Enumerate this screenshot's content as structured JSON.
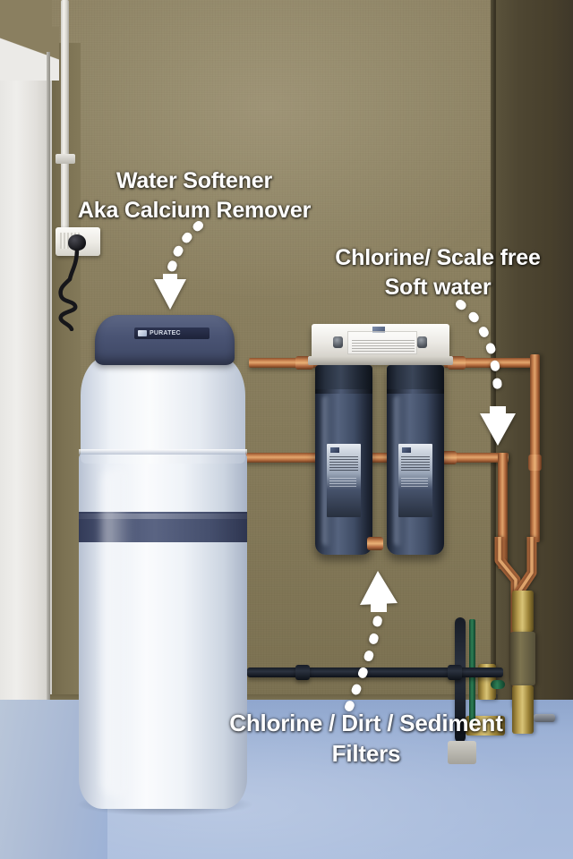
{
  "photo": {
    "subject": "Domestic water treatment installation in a utility room",
    "setting": "garage/utility corner with khaki painted walls and pale blue painted concrete floor"
  },
  "annotations": [
    {
      "id": "softener",
      "name": "water-softener-annotation",
      "lines": [
        "Water Softener",
        "Aka Calcium Remover"
      ],
      "arrow": "dotted-arrow-down-left",
      "points_to": "water-softener-unit"
    },
    {
      "id": "softwater",
      "name": "soft-water-annotation",
      "lines": [
        "Chlorine/ Scale free",
        "Soft water"
      ],
      "arrow": "dotted-arrow-down-right",
      "points_to": "outlet-copper-pipe"
    },
    {
      "id": "filters",
      "name": "filters-annotation",
      "lines": [
        "Chlorine / Dirt / Sediment",
        "Filters"
      ],
      "arrow": "dotted-arrow-up-right",
      "points_to": "twin-filter-housings"
    }
  ],
  "equipment": {
    "softener": {
      "label": "water-softener-unit",
      "brand_badge": "PURATEC",
      "body_color": "#f7f9fc",
      "lid_color": "#4a5474",
      "band_color": "#3b4463"
    },
    "filters": {
      "label": "twin-filter-housings",
      "count": 2,
      "housing_color": "#44516a",
      "head_color": "#f0eee9"
    },
    "pipework": {
      "copper_color": "#c9814f",
      "brass_color": "#b49a4c",
      "black_pipe_color": "#222a38",
      "green_valve_color": "#2d7f55"
    },
    "electrical": {
      "socket": "wall-power-outlet",
      "conduit": "white-vertical-conduit",
      "plug": "black-power-plug-with-coiled-cord"
    }
  },
  "colors": {
    "wall": "#8a7f60",
    "wall_shadow": "#4a4230",
    "floor": "#a2b6d8",
    "left_wall": "#ebeae7",
    "annotation_text": "#ffffff"
  }
}
